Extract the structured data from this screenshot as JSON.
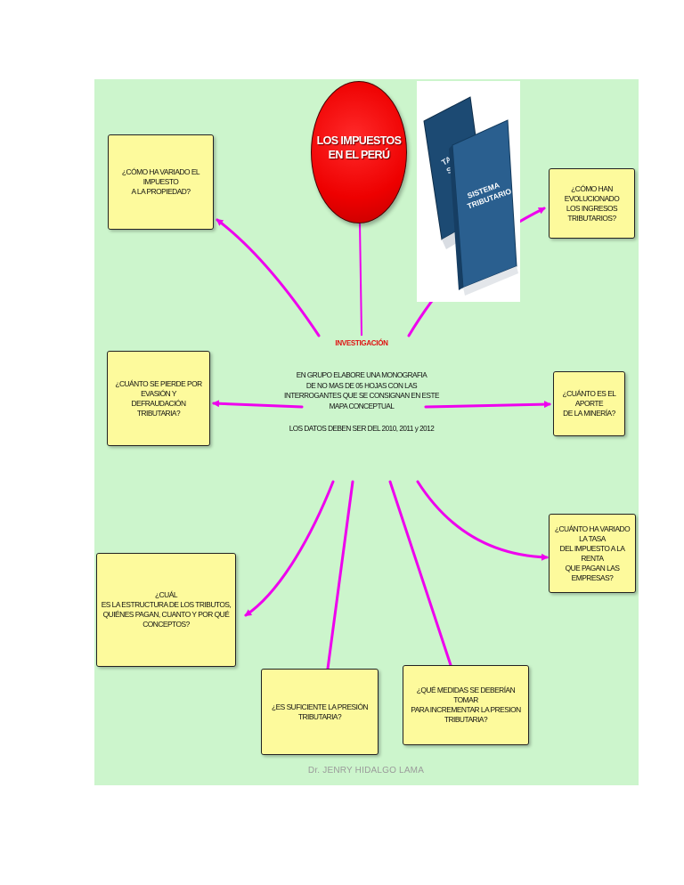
{
  "title": "LOS IMPUESTOS\nEN EL PERÚ",
  "books": {
    "front_label": "SISTEMA\nTRIBUTARIO",
    "back_label": "TAXATI\nSYST"
  },
  "center": {
    "heading": "INVESTIGACIÓN",
    "body": "EN GRUPO ELABORE UNA MONOGRAFIA\nDE NO MAS DE 05 HOJAS CON LAS\nINTERROGANTES QUE SE  CONSIGNAN EN ESTE\nMAPA CONCEPTUAL",
    "dates": "LOS DATOS DEBEN SER DEL 2010,  2011 y 2012"
  },
  "questions": [
    "¿CÓMO HA VARIADO EL IMPUESTO\nA LA PROPIEDAD?",
    "¿CÓMO HAN EVOLUCIONADO\nLOS INGRESOS TRIBUTARIOS?",
    "¿CUÁNTO SE PIERDE POR EVASIÓN Y\nDEFRAUDACIÓN TRIBUTARIA?",
    "¿CUÁNTO ES EL APORTE\nDE LA MINERÍA?",
    "¿CUÁNTO HA VARIADO LA TASA\nDEL IMPUESTO A LA RENTA\nQUE PAGAN LAS EMPRESAS?",
    "¿CUÁL\nES LA ESTRUCTURA DE LOS TRIBUTOS,\nQUIÉNES PAGAN, CUANTO Y POR QUÉ CONCEPTOS?",
    "¿ES SUFICIENTE LA PRESIÓN TRIBUTARIA?",
    "¿QUÉ MEDIDAS SE DEBERÍAN TOMAR\nPARA INCREMENTAR LA PRESION TRIBUTARIA?"
  ],
  "author": "Dr. JENRY HIDALGO LAMA",
  "colors": {
    "background": "#ccf5cc",
    "box": "#fdfa9c",
    "arrow": "#ee00ee",
    "circle": "#ee0000",
    "book": "#1f4f7a"
  }
}
